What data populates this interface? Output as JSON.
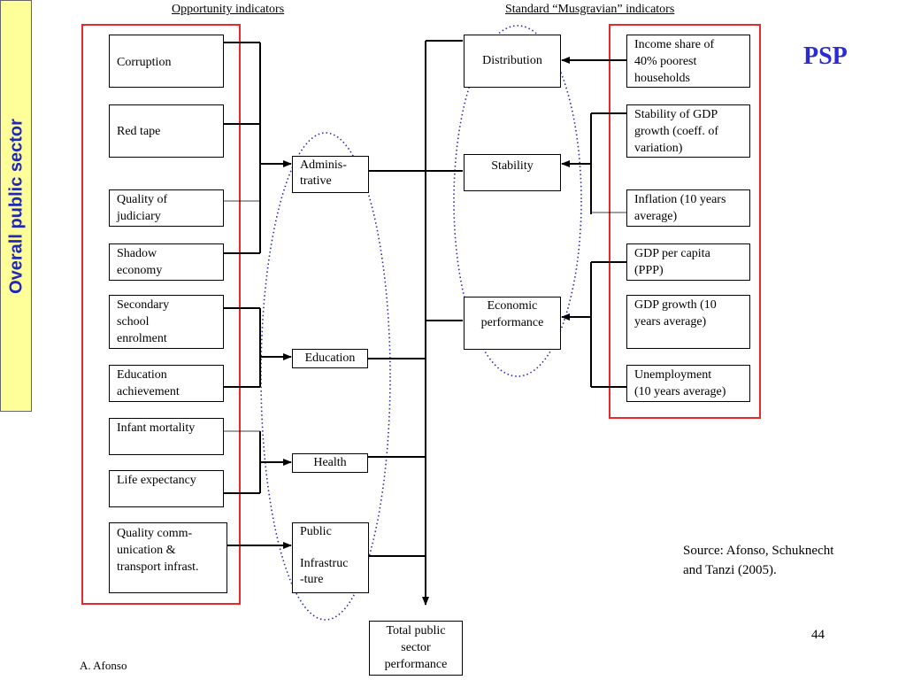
{
  "headers": {
    "opportunity": "Opportunity indicators",
    "musgravian": "Standard “Musgravian” indicators"
  },
  "sidebar_label": "Overall public sector",
  "psp_label": "PSP",
  "opportunity_indicators": [
    "Corruption",
    "Red tape",
    "Quality of\njudiciary",
    "Shadow\neconomy",
    "Secondary\nschool\nenrolment",
    "Education\nachievement",
    "Infant mortality",
    "Life expectancy",
    "Quality comm-\nunication &\ntransport infrast."
  ],
  "opportunity_categories": [
    "Adminis-\ntrative",
    "Education",
    "Health",
    "Public\n\nInfrastruc\n-ture"
  ],
  "musgravian_categories": [
    "Distribution",
    "Stability",
    "Economic\nperformance"
  ],
  "musgravian_indicators": [
    "Income share of\n40% poorest\nhouseholds",
    "Stability of GDP\ngrowth (coeff. of\nvariation)",
    "Inflation (10 years\naverage)",
    "GDP per capita\n(PPP)",
    "GDP growth (10\nyears average)",
    "Unemployment\n(10 years average)"
  ],
  "total": "Total public\nsector\nperformance",
  "source": "Source: Afonso, Schuknecht\nand Tanzi (2005).",
  "page_number": "44",
  "author": "A. Afonso"
}
